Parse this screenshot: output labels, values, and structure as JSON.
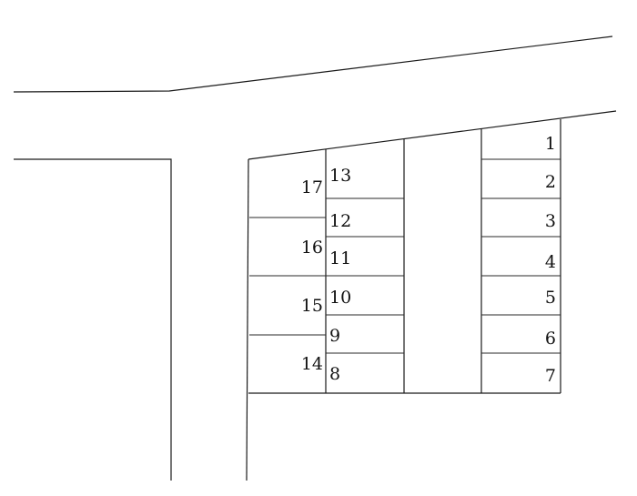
{
  "lots": {
    "l1": "1",
    "l2": "2",
    "l3": "3",
    "l4": "4",
    "l5": "5",
    "l6": "6",
    "l7": "7",
    "l8": "8",
    "l9": "9",
    "l10": "10",
    "l11": "11",
    "l12": "12",
    "l13": "13",
    "l14": "14",
    "l15": "15",
    "l16": "16",
    "l17": "17"
  },
  "colors": {
    "line": "#1a1a1a",
    "background": "#ffffff"
  }
}
